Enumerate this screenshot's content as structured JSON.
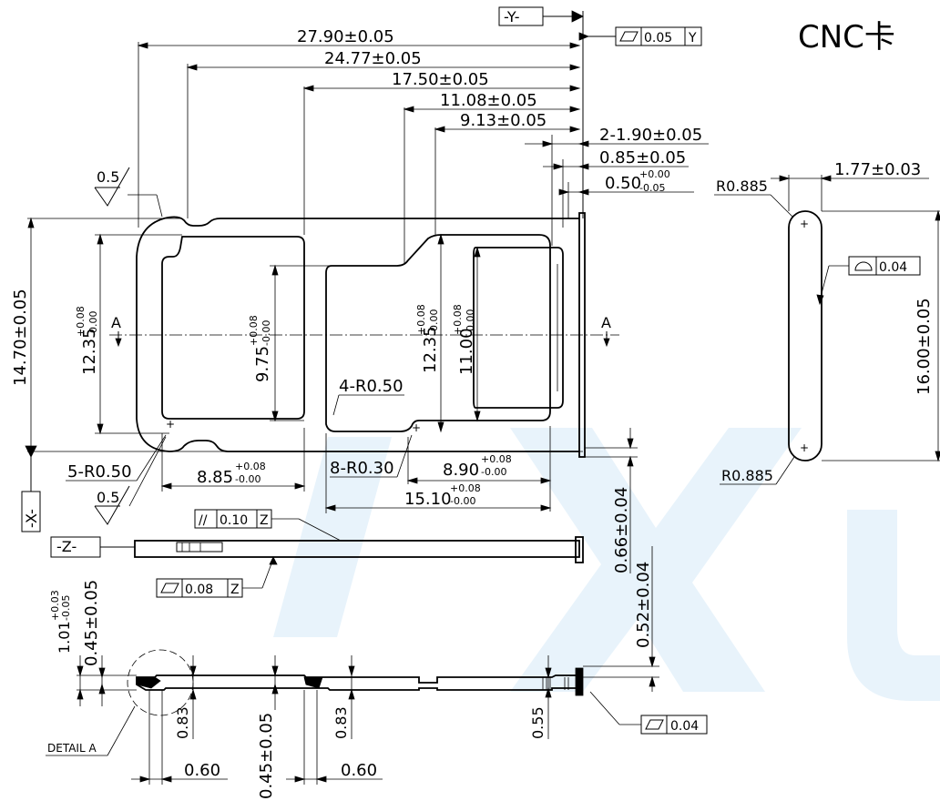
{
  "title": "CNC卡",
  "datums": {
    "x": "-X-",
    "y": "-Y-",
    "z": "-Z-"
  },
  "top_dims": {
    "d1": "27.90±0.05",
    "d2": "24.77±0.05",
    "d3": "17.50±0.05",
    "d4": "11.08±0.05",
    "d5": "9.13±0.05",
    "d6": "2-1.90±0.05",
    "d7": "0.85±0.05",
    "d8_base": "0.50",
    "d8_tol_up": "+0.00",
    "d8_tol_down": "-0.05"
  },
  "gdt": {
    "flat_y_symbol": "▱",
    "flat_y_value": "0.05",
    "flat_y_datum": "Y",
    "parallel_symbol": "//",
    "parallel_value": "0.10",
    "parallel_datum": "Z",
    "flat_z_value": "0.08",
    "flat_z_datum": "Z",
    "profile_value": "0.04",
    "flat_bottom_value": "0.04"
  },
  "surface": {
    "roughness_1": "0.5",
    "roughness_2": "0.5"
  },
  "section_marks": {
    "left": "A",
    "right": "A"
  },
  "plan_dims": {
    "h_total": "14.70±0.05",
    "h_left_base": "12.35",
    "h_left_up": "+0.08",
    "h_left_down": "-0.00",
    "h_small_base": "9.75",
    "h_small_up": "+0.08",
    "h_small_down": "-0.00",
    "h_mid_base": "12.35",
    "h_mid_up": "+0.08",
    "h_mid_down": "-0.00",
    "h_right_base": "11.00",
    "h_right_up": "+0.08",
    "h_right_down": "-0.00",
    "r4": "4-R0.50",
    "r5": "5-R0.50",
    "r8": "8-R0.30",
    "w1_base": "8.85",
    "w1_up": "+0.08",
    "w1_down": "-0.00",
    "w2_base": "8.90",
    "w2_up": "+0.08",
    "w2_down": "-0.00",
    "w3_base": "15.10",
    "w3_up": "+0.08",
    "w3_down": "-0.00"
  },
  "side_view": {
    "width": "1.77±0.03",
    "r_top": "R0.885",
    "r_bottom": "R0.885",
    "length": "16.00±0.05"
  },
  "edge_dims": {
    "e1": "0.66±0.04",
    "e2": "0.52±0.04"
  },
  "section_dims": {
    "s1_base": "1.01",
    "s1_up": "+0.03",
    "s1_down": "-0.05",
    "s2": "0.45±0.05",
    "s3": "0.83",
    "s4": "0.60",
    "s5": "0.45±0.05",
    "s6": "0.83",
    "s7": "0.60",
    "s8": "0.55",
    "detail": "DETAIL A"
  },
  "watermark": "Xu"
}
